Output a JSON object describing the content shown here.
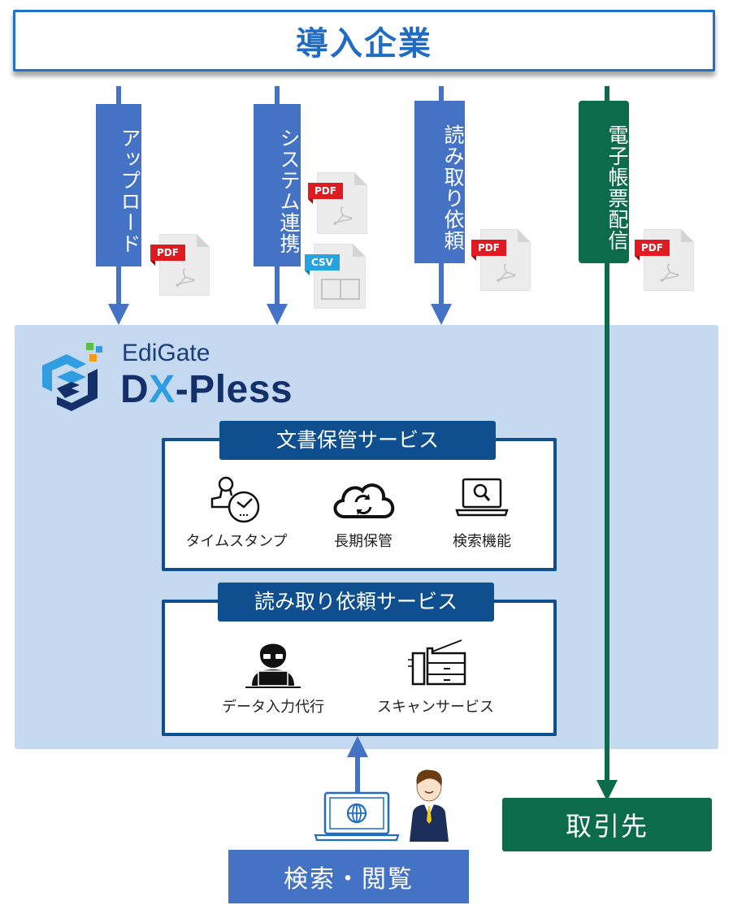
{
  "header": {
    "title": "導入企業"
  },
  "flows": [
    {
      "label": "アップロード",
      "color": "#4472c4",
      "files": [
        "PDF"
      ]
    },
    {
      "label": "システム連携",
      "color": "#4472c4",
      "files": [
        "PDF",
        "CSV"
      ]
    },
    {
      "label": "読み取り依頼",
      "color": "#4472c4",
      "files": [
        "PDF"
      ]
    },
    {
      "label": "電子帳票配信",
      "color": "#0b6b4b",
      "files": [
        "PDF"
      ]
    }
  ],
  "platform": {
    "brand_top": "EdiGate",
    "brand_main_a": "D",
    "brand_main_x": "X",
    "brand_main_b": "-Pless",
    "services": [
      {
        "title": "文書保管サービス",
        "items": [
          {
            "label": "タイムスタンプ",
            "icon": "timestamp-icon"
          },
          {
            "label": "長期保管",
            "icon": "cloud-sync-icon"
          },
          {
            "label": "検索機能",
            "icon": "laptop-search-icon"
          }
        ]
      },
      {
        "title": "読み取り依頼サービス",
        "items": [
          {
            "label": "データ入力代行",
            "icon": "operator-icon"
          },
          {
            "label": "スキャンサービス",
            "icon": "scanner-icon"
          }
        ]
      }
    ]
  },
  "bottom": {
    "search_label": "検索・閲覧",
    "partner_label": "取引先"
  },
  "colors": {
    "primary_blue": "#4472c4",
    "dark_navy": "#0f4f8f",
    "green": "#0b6b4b",
    "platform_bg": "#c5d9f1",
    "pdf_red": "#e11a22",
    "csv_blue": "#26a4e0"
  }
}
